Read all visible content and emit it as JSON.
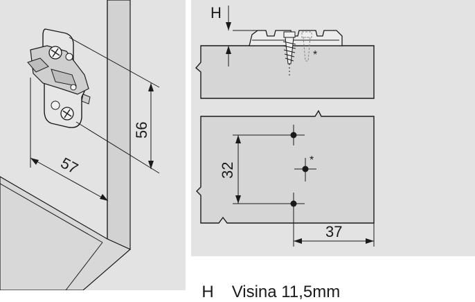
{
  "colors": {
    "panel": "#e3e3e3",
    "board": "#d6d6d6",
    "ink": "#1a1a1a"
  },
  "left_view": {
    "dim_height": "56",
    "dim_width": "57"
  },
  "side_view": {
    "label_h": "H",
    "asterisk": "*"
  },
  "front_view": {
    "dim_vertical": "32",
    "dim_horizontal": "37",
    "asterisk": "*"
  },
  "caption": {
    "symbol": "H",
    "text": "Visina 11,5mm"
  }
}
